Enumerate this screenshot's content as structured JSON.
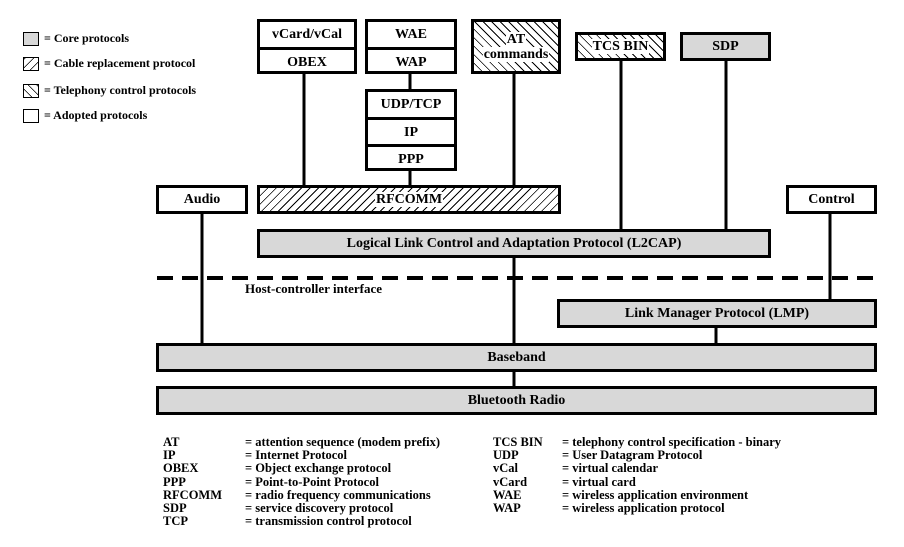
{
  "legend": [
    {
      "type": "core",
      "label": "= Core protocols"
    },
    {
      "type": "cable",
      "label": "= Cable replacement protocol"
    },
    {
      "type": "telephony",
      "label": "= Telephony control protocols"
    },
    {
      "type": "adopted",
      "label": "= Adopted protocols"
    }
  ],
  "boxes": {
    "vcard": "vCard/vCal",
    "obex": "OBEX",
    "wae": "WAE",
    "wap": "WAP",
    "udp_tcp": "UDP/TCP",
    "ip": "IP",
    "ppp": "PPP",
    "at_line1": "AT",
    "at_line2": "commands",
    "tcs_bin": "TCS BIN",
    "sdp": "SDP",
    "audio": "Audio",
    "rfcomm": "RFCOMM",
    "control": "Control",
    "l2cap": "Logical Link Control and Adaptation Protocol (L2CAP)",
    "lmp": "Link Manager Protocol (LMP)",
    "baseband": "Baseband",
    "radio": "Bluetooth Radio"
  },
  "hci_label": "Host-controller interface",
  "abbreviations": {
    "left": [
      {
        "abbr": "AT",
        "def": "= attention sequence (modem prefix)"
      },
      {
        "abbr": "IP",
        "def": "= Internet Protocol"
      },
      {
        "abbr": "OBEX",
        "def": "= Object exchange protocol"
      },
      {
        "abbr": "PPP",
        "def": "= Point-to-Point Protocol"
      },
      {
        "abbr": "RFCOMM",
        "def": "= radio frequency communications"
      },
      {
        "abbr": "SDP",
        "def": "= service discovery protocol"
      },
      {
        "abbr": "TCP",
        "def": "= transmission control protocol"
      }
    ],
    "right": [
      {
        "abbr": "TCS BIN",
        "def": "= telephony control specification - binary"
      },
      {
        "abbr": "UDP",
        "def": "= User Datagram Protocol"
      },
      {
        "abbr": "vCal",
        "def": "= virtual calendar"
      },
      {
        "abbr": "vCard",
        "def": "= virtual card"
      },
      {
        "abbr": "WAE",
        "def": "= wireless application environment"
      },
      {
        "abbr": "WAP",
        "def": "= wireless application protocol"
      }
    ]
  },
  "colors": {
    "core": "#d8d8d8",
    "line": "#000000"
  }
}
